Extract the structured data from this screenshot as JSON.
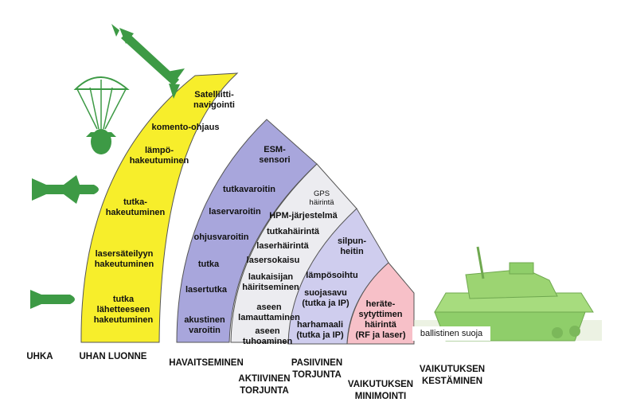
{
  "colors": {
    "yellow": "#f7ee2b",
    "purple": "#a8a6dc",
    "lightgray": "#e9e9ee",
    "lavender": "#cfcdee",
    "pink": "#f7c0c8",
    "green": "#4ea84a",
    "tank": "#8fce6a"
  },
  "bands": {
    "uhka": "UHKA",
    "uhan_luonne": "UHAN LUONNE",
    "havaitseminen": "HAVAITSEMINEN",
    "aktiivinen": "AKTIIVINEN\nTORJUNTA",
    "passiivinen": "PASIIVINEN\nTORJUNTA",
    "minimointi": "VAIKUTUKSEN\nMINIMOINTI",
    "kestaminen": "VAIKUTUKSEN\nKESTÄMINEN"
  },
  "threat_nature": {
    "satellite": "Satelliitti-\nnavigointi",
    "command": "komento-ohjaus",
    "ir": "lämpö-\nhakeutuminen",
    "radar": "tutka-\nhakeutuminen",
    "laser": "lasersäteilyyn\nhakeutuminen",
    "emitter": "tutka\nlähetteeseen\nhakeutuminen"
  },
  "detection": {
    "esm": "ESM-\nsensori",
    "rwr": "tutkavaroitin",
    "lwr": "laservaroitin",
    "mws": "ohjusvaroitin",
    "radar": "tutka",
    "lidar": "lasertutka",
    "acoustic": "akustinen\nvaroitin"
  },
  "active": {
    "gps": "GPS\nhäirintä",
    "hpm": "HPM-järjestelmä",
    "radar_jam": "tutkahäirintä",
    "laser_jam": "laserhäirintä",
    "dazzle": "lasersokaisu",
    "shooter": "laukaisijan\nhäiritseminen",
    "gun_neutral": "aseen\nlamauttaminen",
    "gun_destroy": "aseen\ntuhoaminen"
  },
  "passive": {
    "chaff": "silpun-\nheitin",
    "flare": "lämpösoihtu",
    "smoke": "suojasavu\n(tutka ja IP)",
    "decoy": "harhamaali\n(tutka ja IP)"
  },
  "minimize": {
    "trigger": "herätе-\nsytyttimen\nhäirintä\n(RF ja laser)"
  },
  "survive": {
    "armor": "ballistinen suoja"
  }
}
